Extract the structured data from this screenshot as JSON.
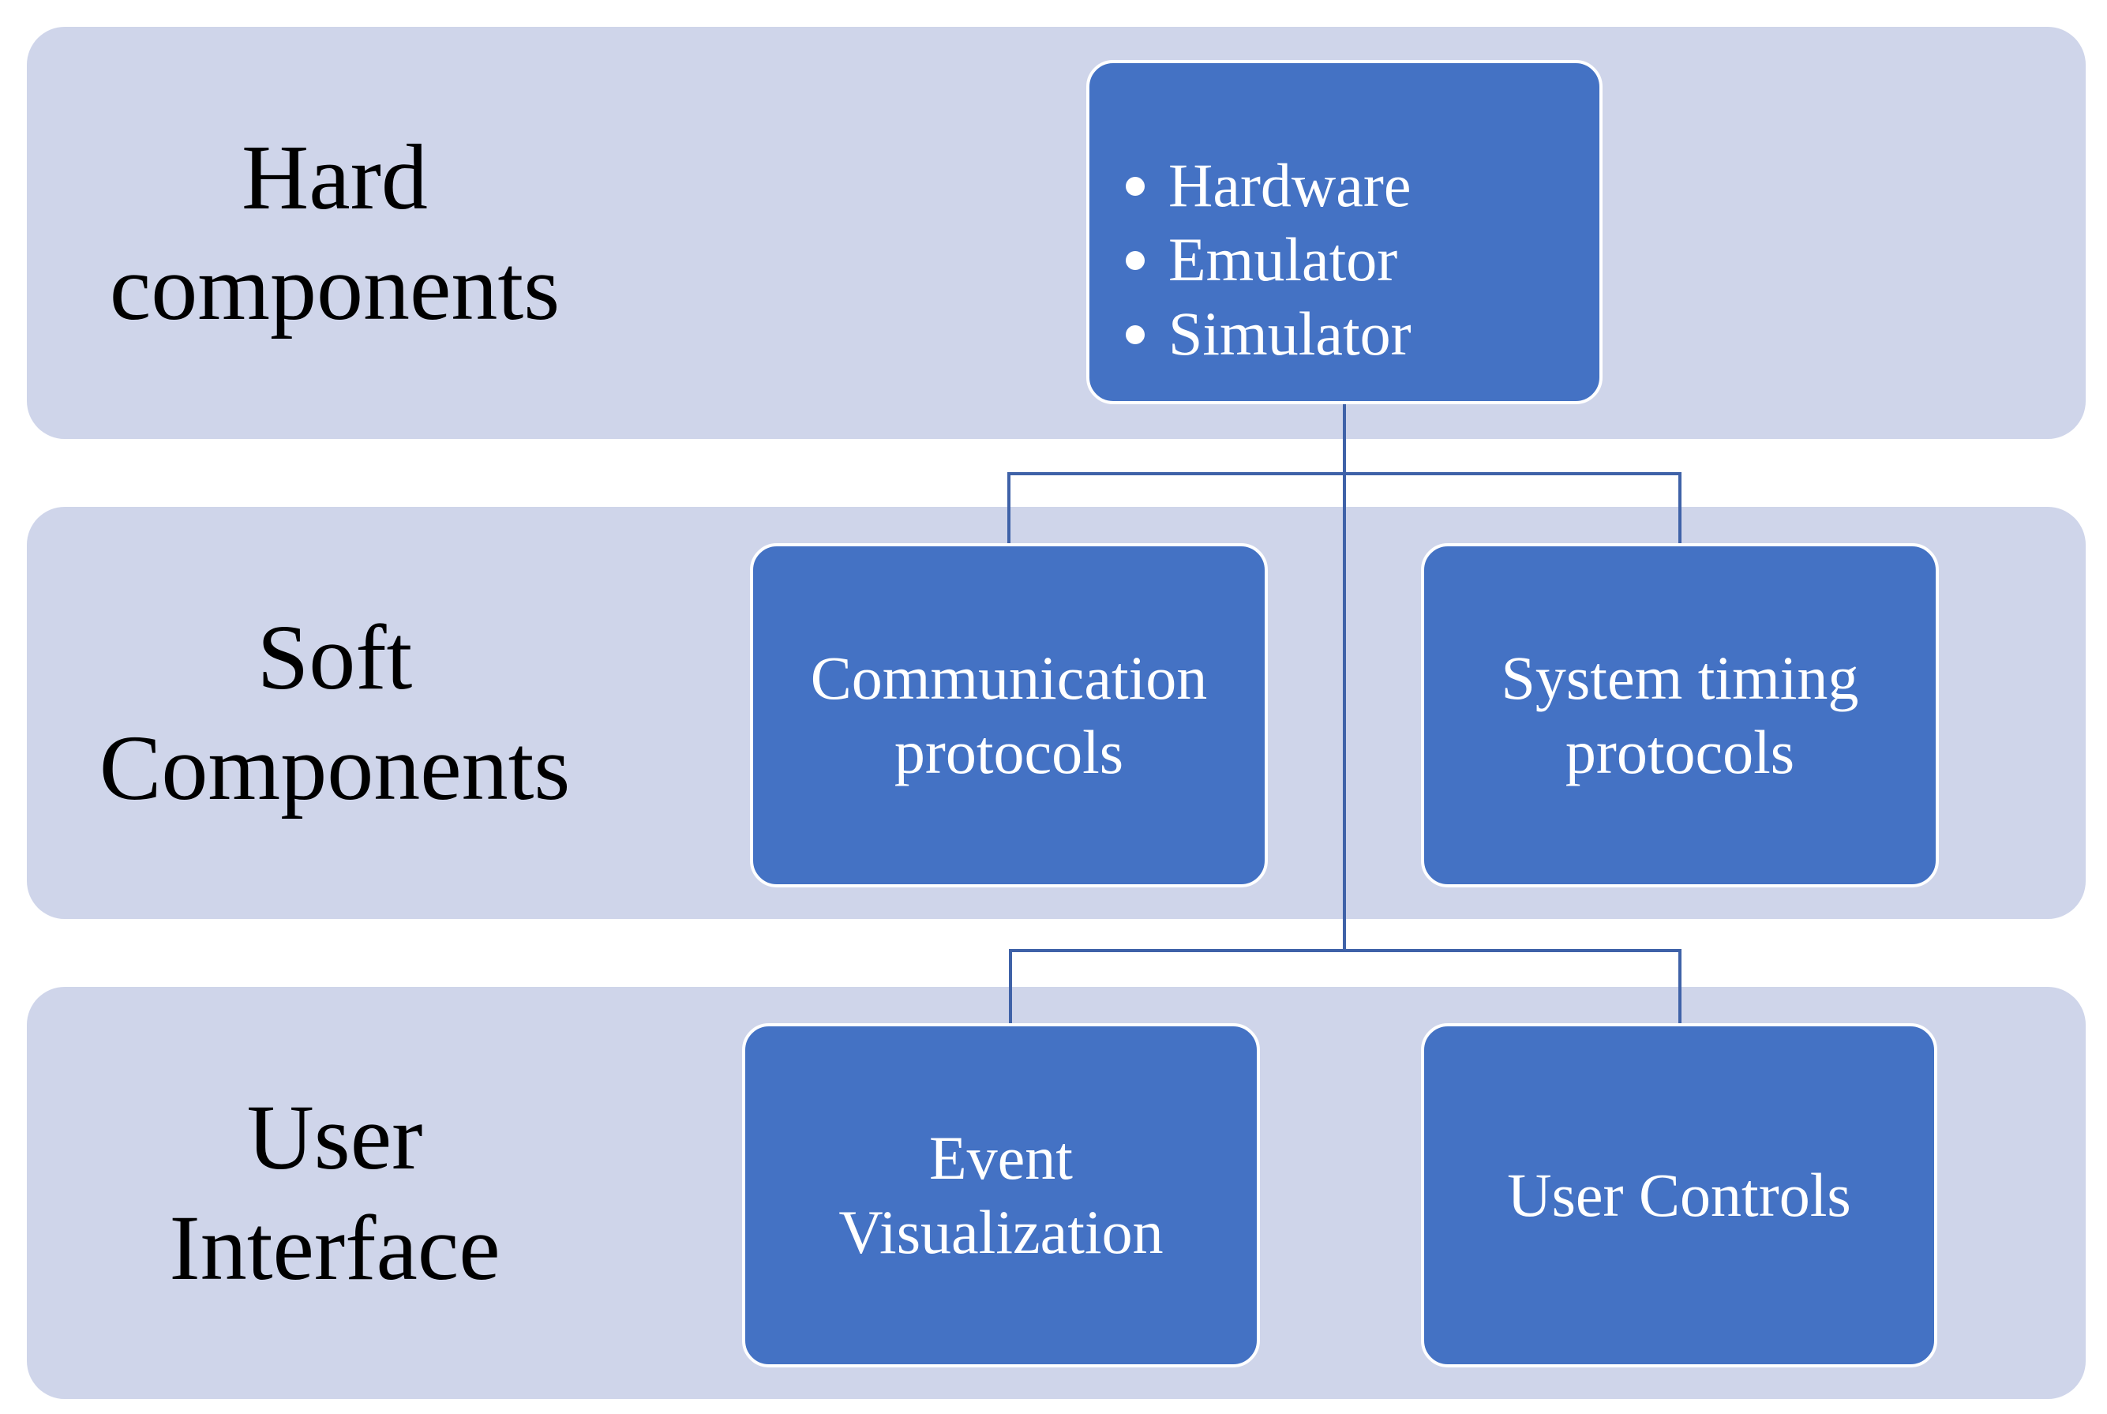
{
  "rows": [
    {
      "label_lines": [
        "Hard",
        "components"
      ]
    },
    {
      "label_lines": [
        "Soft",
        "Components"
      ]
    },
    {
      "label_lines": [
        "User",
        "Interface"
      ]
    }
  ],
  "nodes": {
    "hard": {
      "items": [
        "Hardware",
        "Emulator",
        "Simulator"
      ]
    },
    "communication": {
      "lines": [
        "Communication",
        "protocols"
      ]
    },
    "timing": {
      "lines": [
        "System timing",
        "protocols"
      ]
    },
    "event": {
      "lines": [
        "Event",
        "Visualization"
      ]
    },
    "controls": {
      "lines": [
        "User Controls"
      ]
    }
  },
  "colors": {
    "band": "#cfd5ea",
    "node": "#4472c4",
    "connector": "#3f62a8",
    "node_text": "#ffffff",
    "label_text": "#000000"
  }
}
